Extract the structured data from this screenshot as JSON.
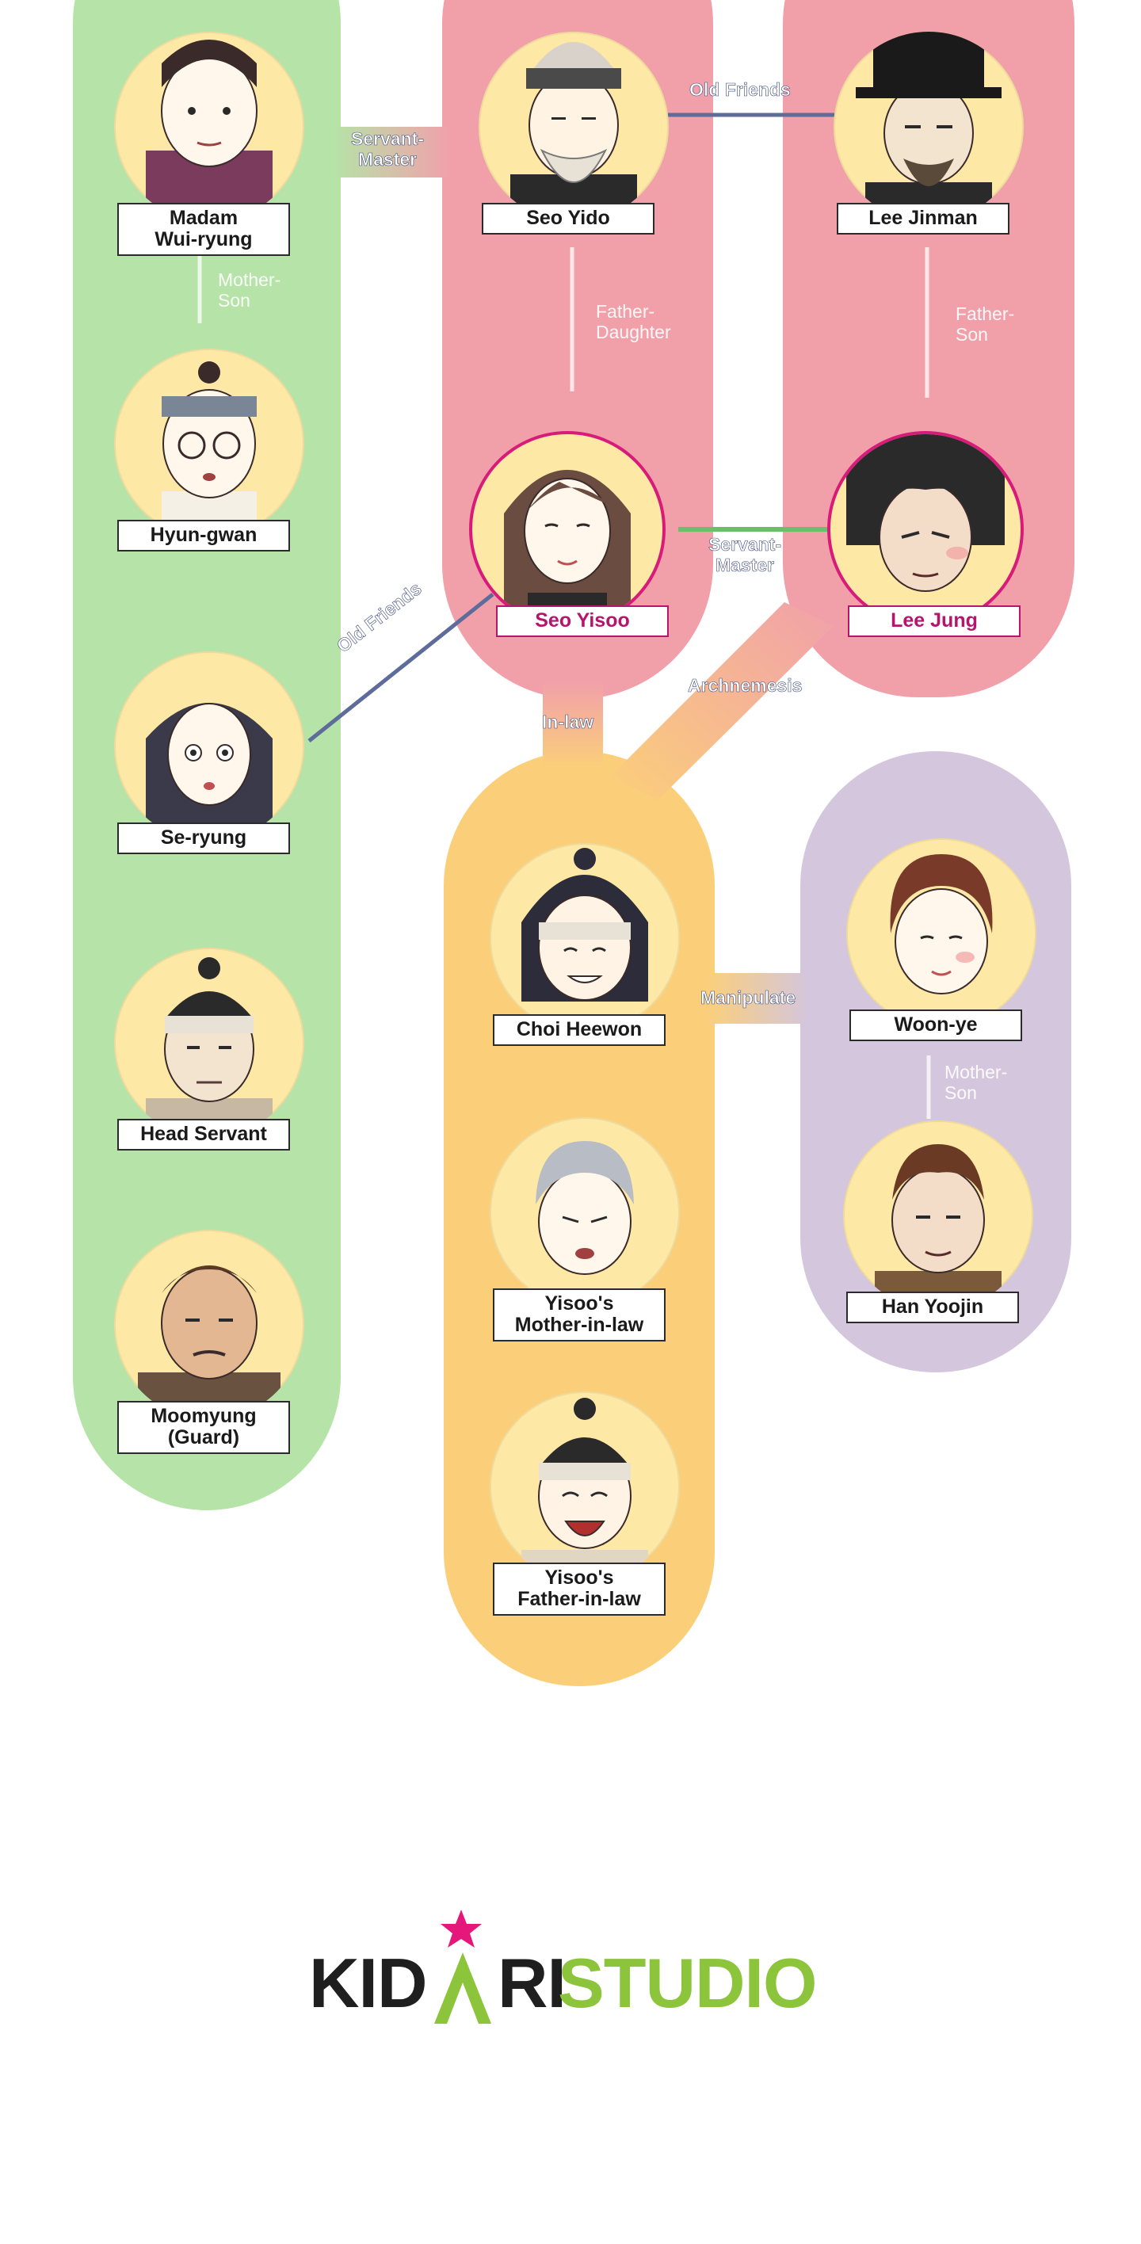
{
  "characters": {
    "madam": {
      "name": "Madam\nWui-ryung"
    },
    "hyungwan": {
      "name": "Hyun-gwan"
    },
    "seryung": {
      "name": "Se-ryung"
    },
    "head_servant": {
      "name": "Head Servant"
    },
    "moomyung": {
      "name": "Moomyung\n(Guard)"
    },
    "seo_yido": {
      "name": "Seo Yido"
    },
    "lee_jinman": {
      "name": "Lee Jinman"
    },
    "seo_yisoo": {
      "name": "Seo Yisoo"
    },
    "lee_jung": {
      "name": "Lee Jung"
    },
    "choi_heewon": {
      "name": "Choi Heewon"
    },
    "mother_in_law": {
      "name": "Yisoo's\nMother-in-law"
    },
    "father_in_law": {
      "name": "Yisoo's\nFather-in-law"
    },
    "woonye": {
      "name": "Woon-ye"
    },
    "han_yoojin": {
      "name": "Han Yoojin"
    }
  },
  "relations": {
    "servant_master_1": "Servant-\nMaster",
    "mother_son_1": "Mother-\nSon",
    "old_friends_1": "Old Friends",
    "father_daughter": "Father-\nDaughter",
    "father_son": "Father-\nSon",
    "servant_master_2": "Servant-\nMaster",
    "old_friends_2": "Old Friends",
    "in_law": "In-law",
    "archnemesis": "Archnemesis",
    "manipulate": "Manipulate",
    "mother_son_2": "Mother-\nSon"
  },
  "logo": {
    "part1": "KID",
    "part2": "RI",
    "part3": "STUDIO"
  },
  "colors": {
    "green_group": "#b6e3a8",
    "pink_group": "#f1a0aa",
    "orange_group": "#fbcf79",
    "purple_group": "#d4c6dc",
    "highlight": "#d81b7a",
    "portrait_bg": "#fde8a6",
    "logo_dark": "#1f1f1f",
    "logo_green": "#8cc43c",
    "logo_star": "#e6177a"
  }
}
